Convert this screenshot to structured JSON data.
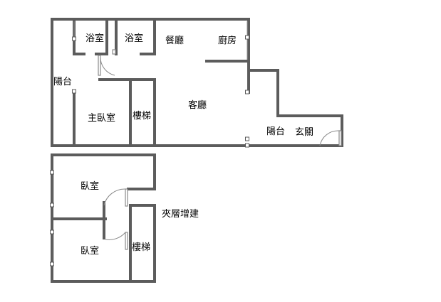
{
  "floor_plan": {
    "rooms": {
      "bath_left": "浴室",
      "bath_right": "浴室",
      "dining": "餐廳",
      "kitchen": "廚房",
      "balcony_left": "陽台",
      "living": "客廳",
      "master_bedroom": "主臥室",
      "stairs_lower": "樓梯",
      "balcony_front": "陽台",
      "entrance": "玄關",
      "bedroom_top": "臥室",
      "bedroom_bottom": "臥室",
      "stairs_upper": "樓梯",
      "mezzanine_note": "夾層增建"
    }
  }
}
